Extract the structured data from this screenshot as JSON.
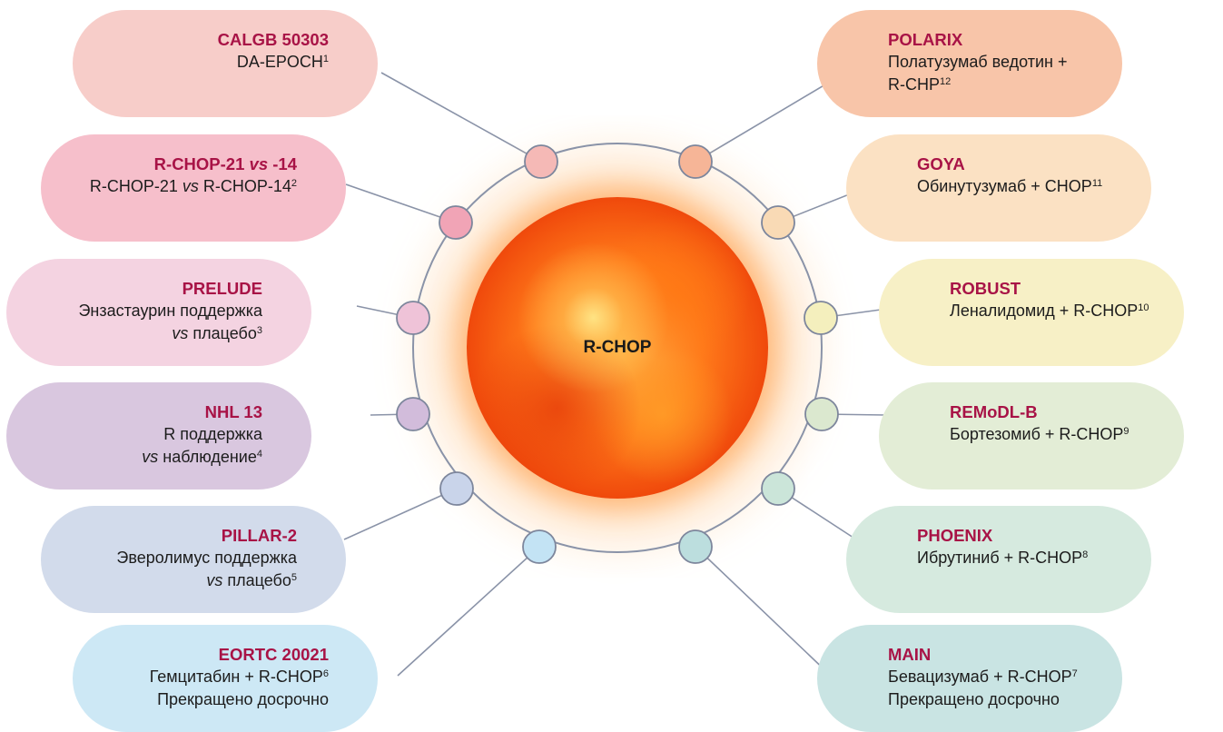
{
  "center": {
    "label": "R-CHOP"
  },
  "left_trials": [
    {
      "title": "CALGB 50303",
      "title_ital": "",
      "title_rest": "",
      "lines": [
        {
          "a": "DA-EPOCH",
          "vs": "",
          "b": "",
          "sup": "1"
        }
      ],
      "fill": "#f7cdc9",
      "node": "#f5b9b6"
    },
    {
      "title": "R-CHOP-21 ",
      "title_ital": "vs",
      "title_rest": " -14",
      "lines": [
        {
          "a": "R-CHOP-21 ",
          "vs": "vs",
          "b": " R-CHOP-14",
          "sup": "2"
        }
      ],
      "fill": "#f6bfcb",
      "node": "#f1a4b6"
    },
    {
      "title": "PRELUDE",
      "title_ital": "",
      "title_rest": "",
      "lines": [
        {
          "a": "Энзастаурин поддержка",
          "vs": "",
          "b": "",
          "sup": ""
        },
        {
          "a": "",
          "vs": "vs",
          "b": " плацебо",
          "sup": "3"
        }
      ],
      "fill": "#f4d3e1",
      "node": "#efc3d8"
    },
    {
      "title": "NHL 13",
      "title_ital": "",
      "title_rest": "",
      "lines": [
        {
          "a": "R поддержка",
          "vs": "",
          "b": "",
          "sup": ""
        },
        {
          "a": "",
          "vs": "vs",
          "b": " наблюдение",
          "sup": "4"
        }
      ],
      "fill": "#d9c7df",
      "node": "#d2bcdb"
    },
    {
      "title": "PILLAR-2",
      "title_ital": "",
      "title_rest": "",
      "lines": [
        {
          "a": "Эверолимус поддержка",
          "vs": "",
          "b": "",
          "sup": ""
        },
        {
          "a": "",
          "vs": "vs",
          "b": " плацебо",
          "sup": "5"
        }
      ],
      "fill": "#d2dbeb",
      "node": "#c9d4ea"
    },
    {
      "title": "EORTC 20021",
      "title_ital": "",
      "title_rest": "",
      "lines": [
        {
          "a": "Гемцитабин + R-CHOP",
          "vs": "",
          "b": "",
          "sup": "6"
        },
        {
          "a": "Прекращено досрочно",
          "vs": "",
          "b": "",
          "sup": ""
        }
      ],
      "fill": "#cde8f5",
      "node": "#c3e3f4"
    }
  ],
  "right_trials": [
    {
      "title": "POLARIX",
      "title_ital": "",
      "title_rest": "",
      "lines": [
        {
          "a": "Полатузумаб ведотин +",
          "vs": "",
          "b": "",
          "sup": ""
        },
        {
          "a": "R-CHP",
          "vs": "",
          "b": "",
          "sup": "12"
        }
      ],
      "fill": "#f8c5a9",
      "node": "#f6b597"
    },
    {
      "title": "GOYA",
      "title_ital": "",
      "title_rest": "",
      "lines": [
        {
          "a": "Обинутузумаб + CHOP",
          "vs": "",
          "b": "",
          "sup": "11"
        }
      ],
      "fill": "#fbe1c3",
      "node": "#f9dab5"
    },
    {
      "title": "ROBUST",
      "title_ital": "",
      "title_rest": "",
      "lines": [
        {
          "a": "Леналидомид + R-CHOP",
          "vs": "",
          "b": "",
          "sup": "10"
        }
      ],
      "fill": "#f7f0c6",
      "node": "#f4efbd"
    },
    {
      "title": "REMoDL-B",
      "title_ital": "",
      "title_rest": "",
      "lines": [
        {
          "a": "Бортезомиб + R-CHOP",
          "vs": "",
          "b": "",
          "sup": "9"
        }
      ],
      "fill": "#e3edd6",
      "node": "#dbe8cf"
    },
    {
      "title": "PHOENIX",
      "title_ital": "",
      "title_rest": "",
      "lines": [
        {
          "a": "Ибрутиниб + R-CHOP",
          "vs": "",
          "b": "",
          "sup": "8"
        }
      ],
      "fill": "#d6eadf",
      "node": "#cbe5d9"
    },
    {
      "title": "MAIN",
      "title_ital": "",
      "title_rest": "",
      "lines": [
        {
          "a": "Бевацизумаб + R-CHOP",
          "vs": "",
          "b": "",
          "sup": "7"
        },
        {
          "a": "Прекращено досрочно",
          "vs": "",
          "b": "",
          "sup": ""
        }
      ],
      "fill": "#c9e4e3",
      "node": "#bcdede"
    }
  ]
}
